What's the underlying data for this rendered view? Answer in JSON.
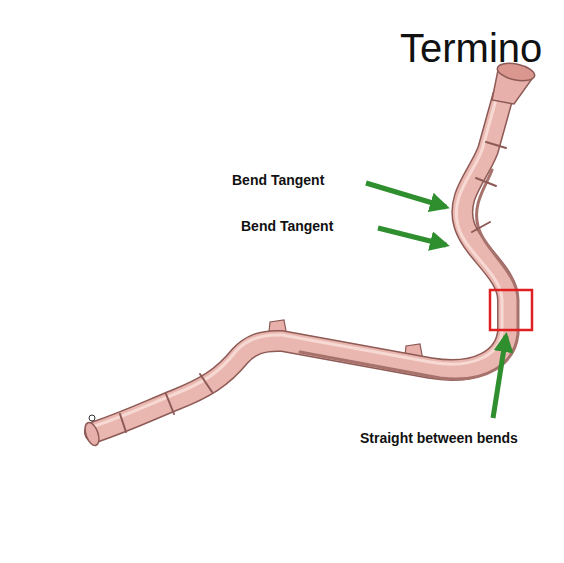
{
  "diagram": {
    "title": "Termino",
    "labels": [
      "Bend Tangent",
      "Bend Tangent",
      "Straight between bends"
    ]
  }
}
